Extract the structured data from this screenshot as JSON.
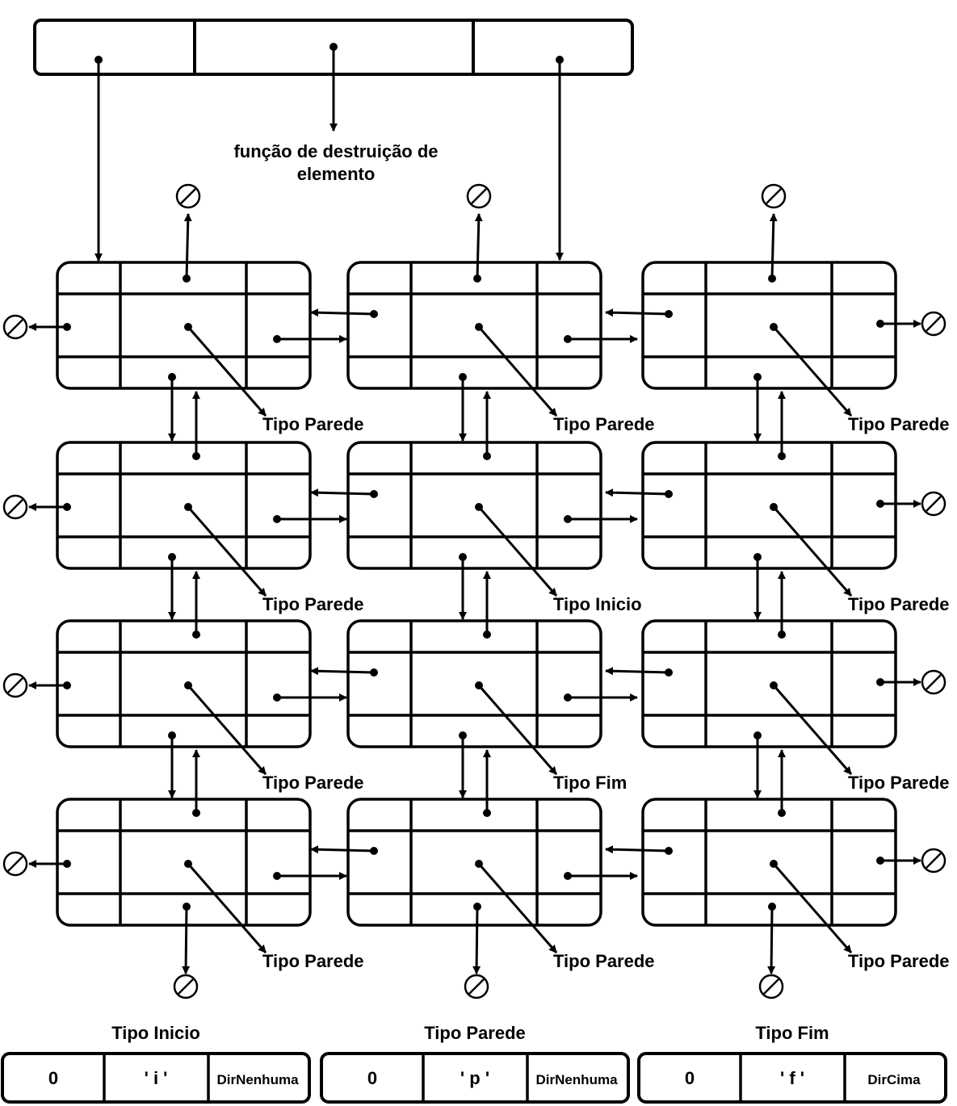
{
  "header": {
    "destroy_label_line1": "função de destruição de",
    "destroy_label_line2": "elemento"
  },
  "grid": {
    "rows": 4,
    "cols": 3,
    "cell_types": [
      [
        "Tipo Parede",
        "Tipo Parede",
        "Tipo Parede"
      ],
      [
        "Tipo Parede",
        "Tipo Inicio",
        "Tipo Parede"
      ],
      [
        "Tipo Parede",
        "Tipo Fim",
        "Tipo Parede"
      ],
      [
        "Tipo Parede",
        "Tipo Parede",
        "Tipo Parede"
      ]
    ]
  },
  "legend": [
    {
      "title": "Tipo Inicio",
      "fields": [
        "0",
        "' i '",
        "DirNenhuma"
      ]
    },
    {
      "title": "Tipo Parede",
      "fields": [
        "0",
        "' p '",
        "DirNenhuma"
      ]
    },
    {
      "title": "Tipo Fim",
      "fields": [
        "0",
        "' f '",
        "DirCima"
      ]
    }
  ],
  "colors": {
    "stroke": "#000000",
    "background": "#ffffff"
  }
}
